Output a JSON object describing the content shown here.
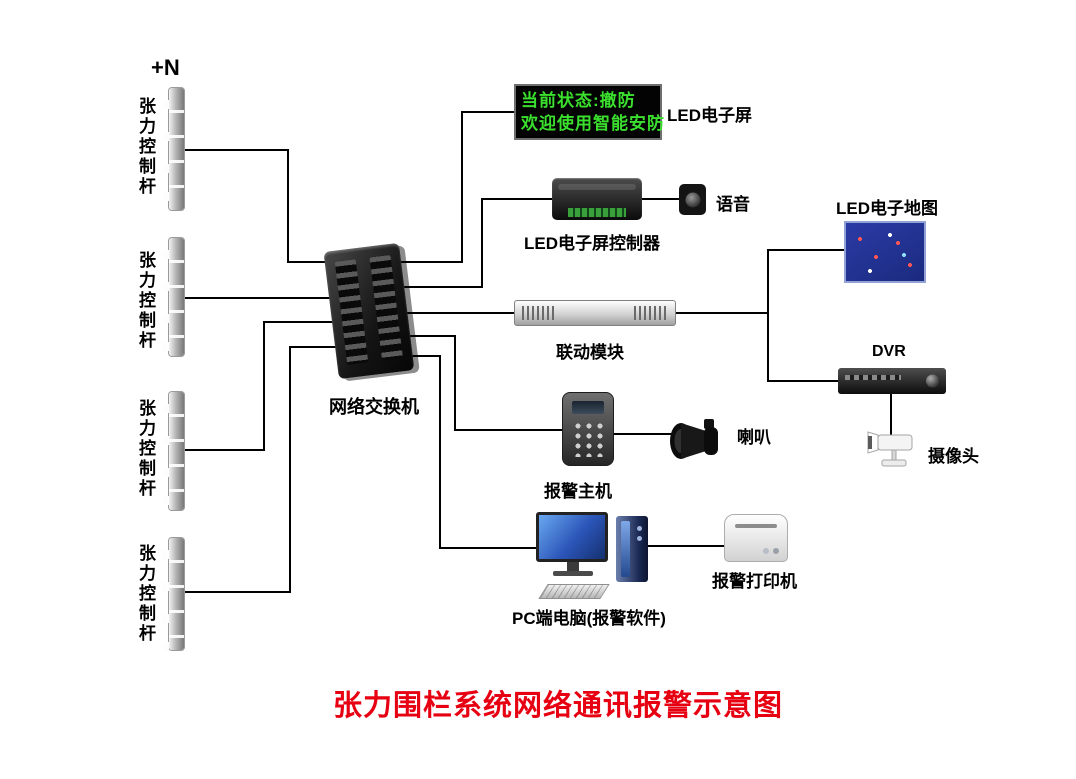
{
  "title": "张力围栏系统网络通讯报警示意图",
  "annotations": {
    "plus_n": "+N"
  },
  "poles": {
    "label": "张力控制杆",
    "count": 4
  },
  "devices": {
    "switch": {
      "label": "网络交换机"
    },
    "led_screen": {
      "label": "LED电子屏",
      "status_line1": "当前状态:撤防",
      "status_line2": "欢迎使用智能安防"
    },
    "led_controller": {
      "label": "LED电子屏控制器"
    },
    "voice": {
      "label": "语音"
    },
    "led_map": {
      "label": "LED电子地图"
    },
    "linkage_module": {
      "label": "联动模块"
    },
    "dvr": {
      "label": "DVR"
    },
    "camera": {
      "label": "摄像头"
    },
    "alarm_host": {
      "label": "报警主机"
    },
    "horn": {
      "label": "喇叭"
    },
    "pc": {
      "label": "PC端电脑(报警软件)"
    },
    "printer": {
      "label": "报警打印机"
    }
  },
  "connections": [
    {
      "from": "tension-pole-1",
      "to": "network-switch"
    },
    {
      "from": "tension-pole-2",
      "to": "network-switch"
    },
    {
      "from": "tension-pole-3",
      "to": "network-switch"
    },
    {
      "from": "tension-pole-4",
      "to": "network-switch"
    },
    {
      "from": "network-switch",
      "to": "led-display"
    },
    {
      "from": "network-switch",
      "to": "led-controller"
    },
    {
      "from": "network-switch",
      "to": "linkage-module"
    },
    {
      "from": "network-switch",
      "to": "alarm-host"
    },
    {
      "from": "network-switch",
      "to": "pc"
    },
    {
      "from": "led-controller",
      "to": "voice-speaker"
    },
    {
      "from": "linkage-module",
      "to": "led-map"
    },
    {
      "from": "linkage-module",
      "to": "dvr"
    },
    {
      "from": "dvr",
      "to": "camera"
    },
    {
      "from": "alarm-host",
      "to": "horn-speaker"
    },
    {
      "from": "pc",
      "to": "alarm-printer"
    }
  ],
  "colors": {
    "title": "#e60012",
    "led_text": "#3bdf2e",
    "wire": "#000000",
    "background": "#ffffff"
  }
}
